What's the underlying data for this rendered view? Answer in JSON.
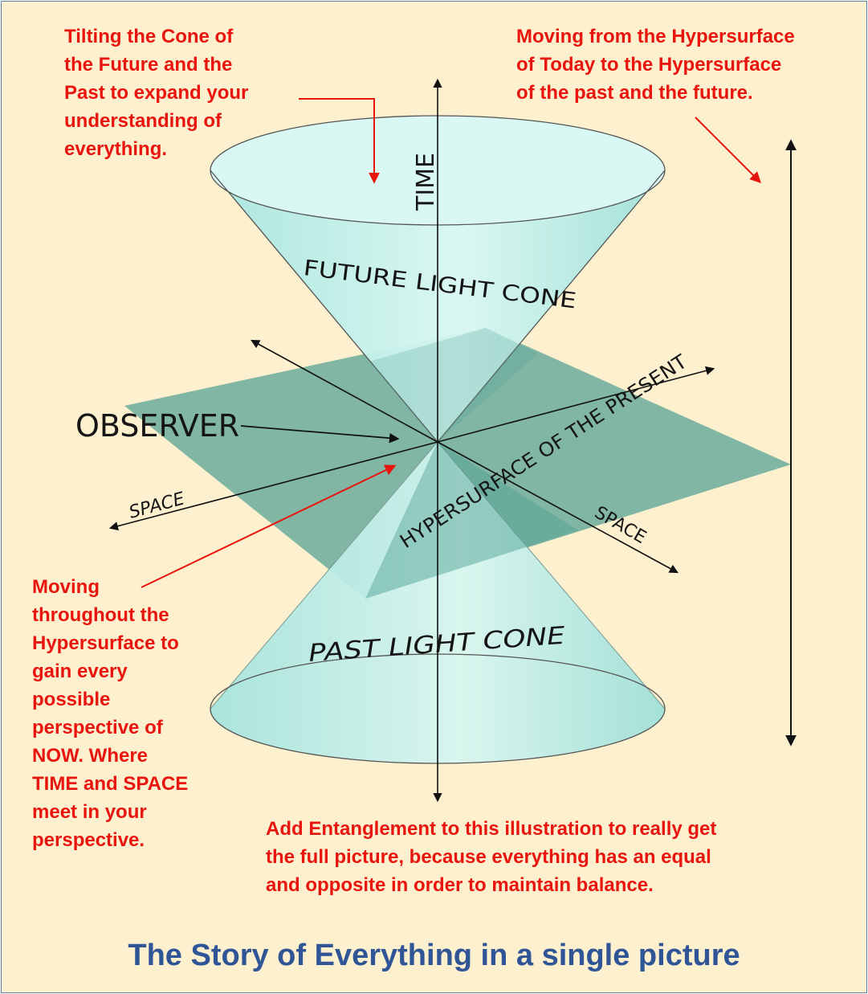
{
  "annotations": {
    "tilting_cone": "Tilting the Cone of\nthe Future and the\nPast to expand your\nunderstanding of\neverything.",
    "moving_hypersurface": "Moving from the Hypersurface\nof Today to the Hypersurface\nof the past and the future.",
    "moving_throughout": "Moving\nthroughout the\nHypersurface to\ngain every\npossible\nperspective of\nNOW.  Where\nTIME and SPACE\nmeet in your\nperspective.",
    "entanglement": "Add Entanglement to this illustration to really get\nthe full picture, because everything has an equal\nand opposite in order to maintain balance."
  },
  "diagram_labels": {
    "time": "TIME",
    "future_cone": "FUTURE LIGHT CONE",
    "past_cone": "PAST LIGHT CONE",
    "observer": "OBSERVER",
    "space_left": "SPACE",
    "space_right": "SPACE",
    "hypersurface": "HYPERSURFACE OF THE PRESENT"
  },
  "title": "The Story of Everything in a single picture",
  "colors": {
    "background": "#fdf0cf",
    "annotation": "#e8150e",
    "title": "#2f5597",
    "cone_fill": "#c2f1ec",
    "plane_fill": "#4f9f92"
  }
}
